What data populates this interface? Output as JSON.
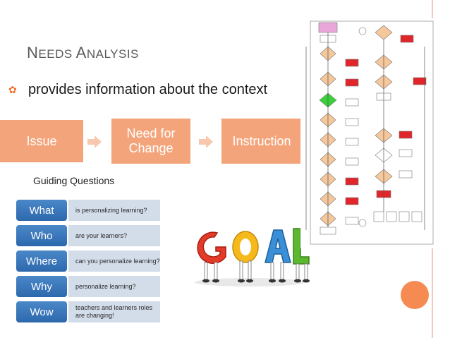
{
  "slide": {
    "title_first_cap": "N",
    "title_first_rest": "EEDS",
    "title_second_cap": "A",
    "title_second_rest": "NALYSIS",
    "bullet": "provides information about the context"
  },
  "process": {
    "steps": [
      "Issue",
      "Need for Change",
      "Instruction"
    ],
    "color": "#f4a47a"
  },
  "guiding": {
    "label": "Guiding Questions",
    "rows": [
      {
        "word": "What",
        "phrase": "is personalizing learning?"
      },
      {
        "word": "Who",
        "phrase": "are your learners?"
      },
      {
        "word": "Where",
        "phrase": "can you personalize learning?"
      },
      {
        "word": "Why",
        "phrase": "personalize learning?"
      },
      {
        "word": "Wow",
        "phrase": "teachers and learners roles are changing!"
      }
    ]
  },
  "colors": {
    "accent": "#f26b2a",
    "step_fill": "#f4a47a",
    "question_blue": "#3a78bb"
  }
}
